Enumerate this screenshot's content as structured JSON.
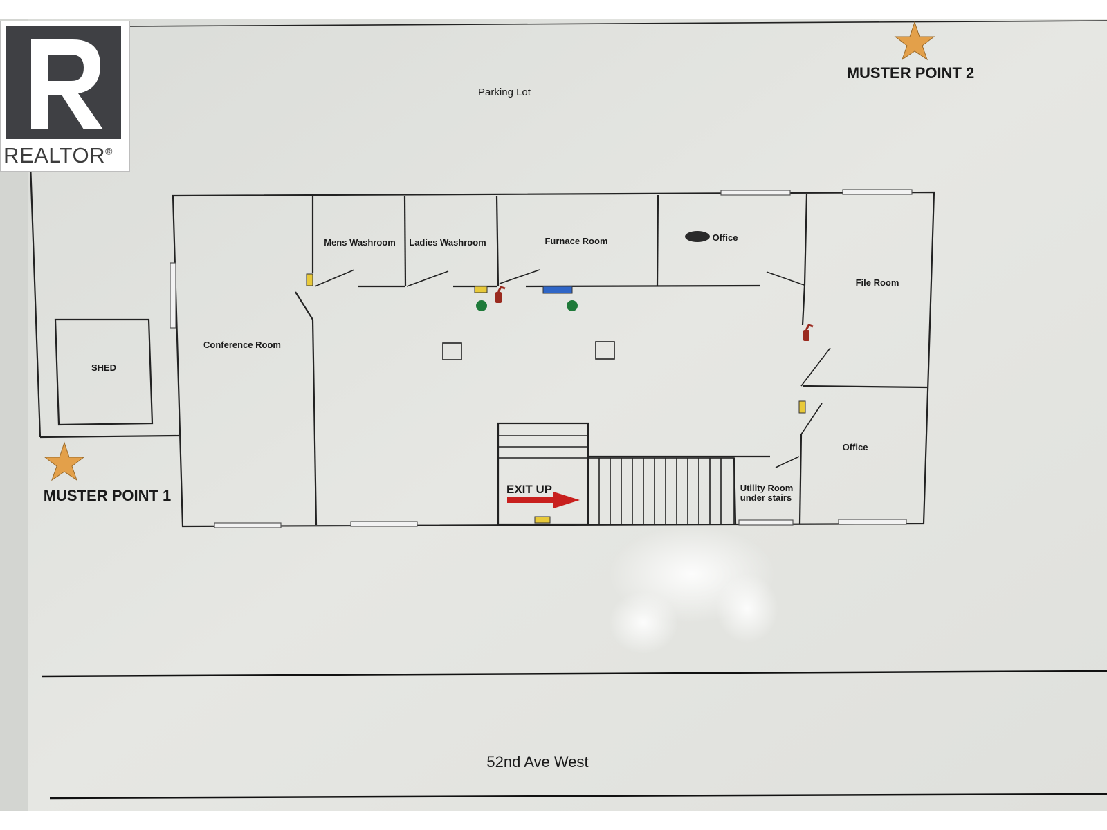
{
  "header": {
    "parking_lot": "Parking Lot",
    "muster_point_2": "MUSTER POINT 2",
    "muster_point_1": "MUSTER POINT 1"
  },
  "logo": {
    "wordmark": "REALTOR",
    "registered": "®"
  },
  "rooms": {
    "conference": "Conference Room",
    "mens": "Mens Washroom",
    "ladies": "Ladies Washroom",
    "furnace": "Furnace Room",
    "office_top": "Office",
    "file": "File Room",
    "office_bottom": "Office",
    "utility_line1": "Utility Room",
    "utility_line2": "under stairs",
    "shed": "SHED"
  },
  "exit": {
    "label": "EXIT UP"
  },
  "street": {
    "name": "52nd Ave West"
  },
  "colors": {
    "paper": "#e7e8e4",
    "wall": "#222222",
    "star": "#e3a04a",
    "exit_arrow": "#c8201e",
    "extinguisher_pull": "#e8c93a",
    "blue_marker": "#2f66c7",
    "green_marker": "#1f7a3a",
    "red_device": "#9a2a1f"
  }
}
